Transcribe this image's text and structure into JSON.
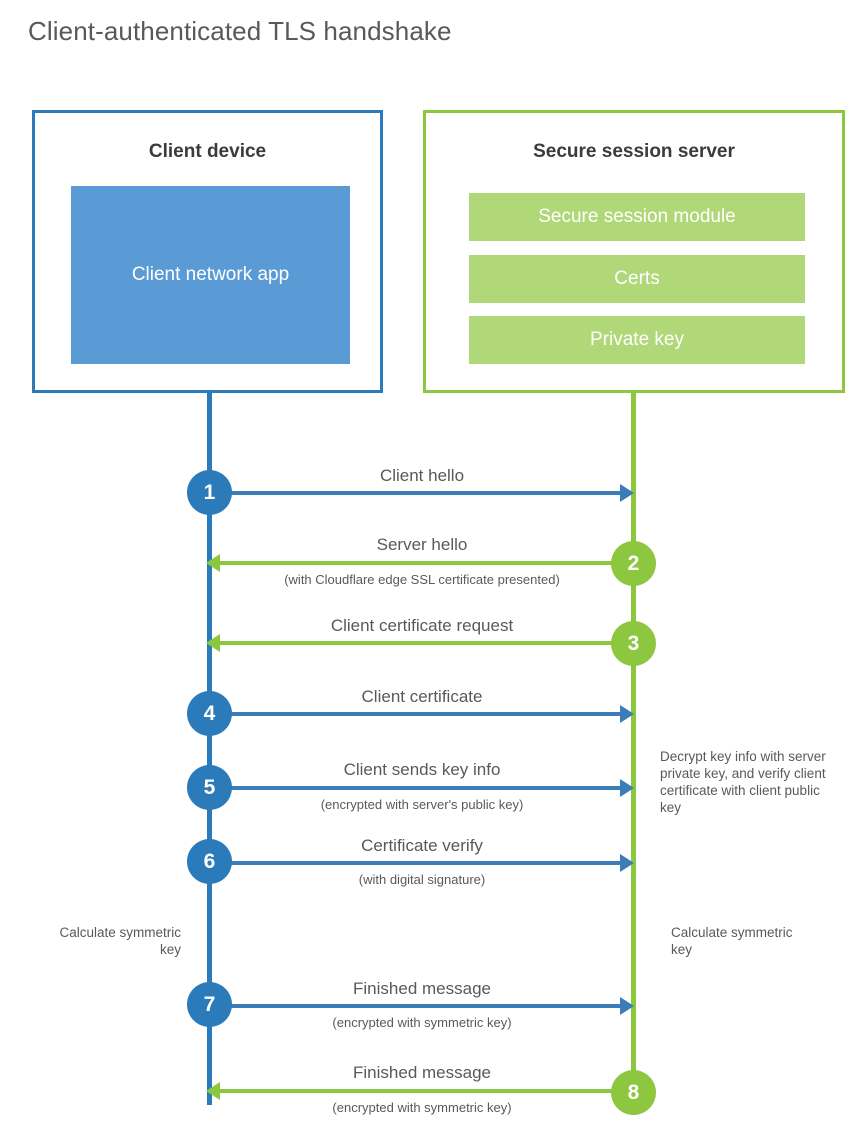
{
  "title": "Client-authenticated TLS handshake",
  "colors": {
    "client_blue": "#2b7bba",
    "client_app_blue": "#5b9bd5",
    "server_green": "#8dc63f",
    "server_block_green": "#b0d878",
    "text_gray": "#58595b",
    "heading_gray": "#3b3b3d"
  },
  "client": {
    "title": "Client device",
    "app_label": "Client network app"
  },
  "server": {
    "title": "Secure session server",
    "blocks": [
      {
        "label": "Secure session module"
      },
      {
        "label": "Certs"
      },
      {
        "label": "Private key"
      }
    ]
  },
  "steps": [
    {
      "number": "1",
      "label": "Client hello",
      "sublabel": "",
      "direction": "right",
      "color": "blue"
    },
    {
      "number": "2",
      "label": "Server hello",
      "sublabel": "(with Cloudflare edge SSL certificate presented)",
      "direction": "left",
      "color": "green"
    },
    {
      "number": "3",
      "label": "Client certificate request",
      "sublabel": "",
      "direction": "left",
      "color": "green"
    },
    {
      "number": "4",
      "label": "Client certificate",
      "sublabel": "",
      "direction": "right",
      "color": "blue"
    },
    {
      "number": "5",
      "label": "Client sends key info",
      "sublabel": "(encrypted with server's public key)",
      "direction": "right",
      "color": "blue"
    },
    {
      "number": "6",
      "label": "Certificate verify",
      "sublabel": "(with digital signature)",
      "direction": "right",
      "color": "blue"
    },
    {
      "number": "7",
      "label": "Finished message",
      "sublabel": "(encrypted with symmetric key)",
      "direction": "right",
      "color": "blue"
    },
    {
      "number": "8",
      "label": "Finished message",
      "sublabel": "(encrypted with symmetric key)",
      "direction": "left",
      "color": "green"
    }
  ],
  "notes": {
    "server_decrypt": "Decrypt key info with server private key, and verify client certificate with client public key",
    "client_calculate": "Calculate symmetric key",
    "server_calculate": "Calculate symmetric key"
  }
}
